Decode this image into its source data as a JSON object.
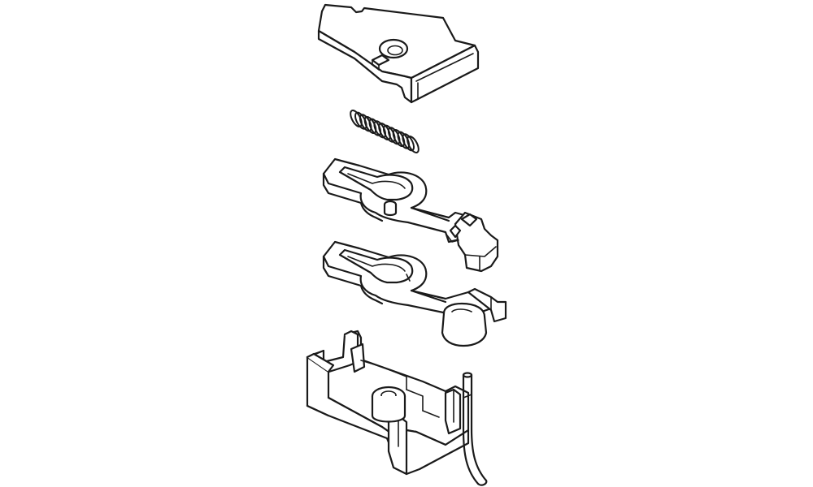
{
  "figure": {
    "type": "exploded-assembly-line-drawing",
    "background": "#ffffff",
    "ink": "#1a1a1a",
    "parts": [
      {
        "id": "cover-plate",
        "icon": "cover-plate-icon"
      },
      {
        "id": "coil-spring",
        "icon": "coil-spring-icon"
      },
      {
        "id": "knuckle-upper",
        "icon": "coupler-knuckle-icon"
      },
      {
        "id": "knuckle-lower",
        "icon": "coupler-knuckle-icon"
      },
      {
        "id": "coupler-box",
        "icon": "coupler-box-icon"
      },
      {
        "id": "trip-pin-wire",
        "icon": "wire-icon"
      }
    ]
  }
}
